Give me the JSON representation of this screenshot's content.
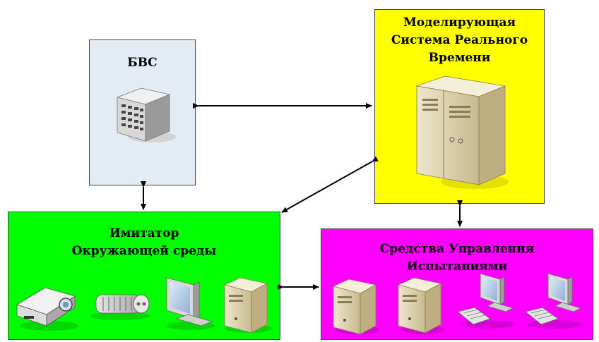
{
  "nodes": {
    "bvs": {
      "label": "БВС",
      "color": "#e3ebf5"
    },
    "msrv": {
      "label": "Моделирующая\nСистема Реального\nВремени",
      "color": "#ffff00"
    },
    "env": {
      "label": "Имитатор\nОкружающей среды",
      "color": "#00ff00"
    },
    "test": {
      "label": "Средства Управления\nИспытаниями",
      "color": "#ff00ff"
    }
  },
  "edges": [
    {
      "from": "bvs",
      "to": "msrv",
      "style": "double-arrow"
    },
    {
      "from": "bvs",
      "to": "env",
      "style": "double-arrow"
    },
    {
      "from": "msrv",
      "to": "env",
      "style": "double-arrow"
    },
    {
      "from": "msrv",
      "to": "test",
      "style": "double-arrow"
    },
    {
      "from": "env",
      "to": "test",
      "style": "double-arrow"
    }
  ],
  "icons": {
    "bvs": [
      "mainframe-server-icon"
    ],
    "msrv": [
      "tower-server-icon"
    ],
    "env": [
      "projector-icon",
      "heater-icon",
      "monitor-icon",
      "pc-tower-icon"
    ],
    "test": [
      "pc-tower-icon",
      "pc-tower-icon",
      "workstation-icon",
      "workstation-icon"
    ]
  }
}
